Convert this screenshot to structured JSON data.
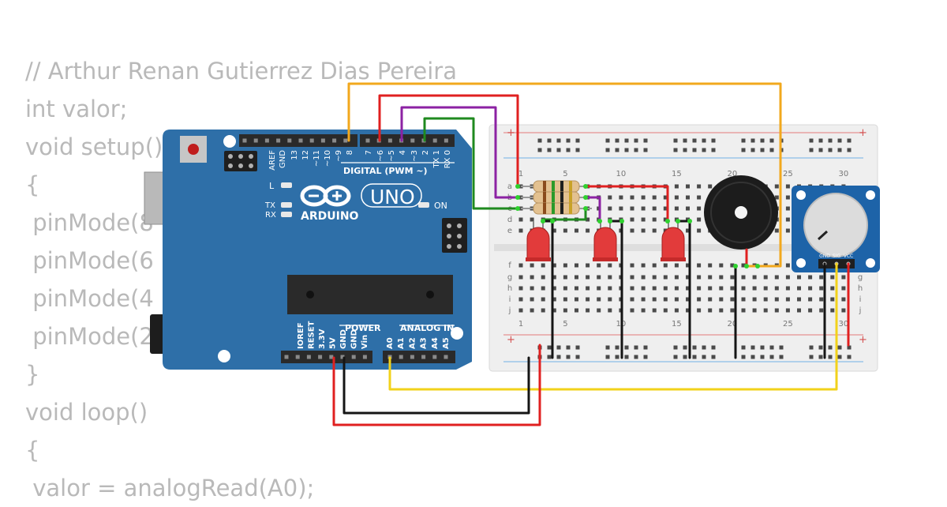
{
  "code_lines": [
    "// Arthur Renan Gutierrez Dias Pereira",
    "int valor;",
    "void setup()",
    "{",
    " pinMode(8",
    " pinMode(6",
    " pinMode(4",
    " pinMode(2",
    "}",
    "void loop()",
    "{",
    " valor = analogRead(A0);"
  ],
  "arduino": {
    "brand": "ARDUINO",
    "model": "UNO",
    "digital_header": "DIGITAL (PWM ~)",
    "power_header": "POWER",
    "analog_header": "ANALOG IN",
    "led_l": "L",
    "led_tx": "TX",
    "led_rx": "RX",
    "led_on": "ON",
    "digital_pins": [
      "AREF",
      "GND",
      "13",
      "12",
      "~11",
      "~10",
      "~9",
      "8",
      "7",
      "~6",
      "~5",
      "4",
      "~3",
      "2",
      "TX 1",
      "RX 0"
    ],
    "power_pins": [
      "IOREF",
      "RESET",
      "3.3V",
      "5V",
      "GND",
      "GND",
      "Vin"
    ],
    "analog_pins": [
      "A0",
      "A1",
      "A2",
      "A3",
      "A4",
      "A5"
    ]
  },
  "breadboard": {
    "col_numbers": [
      "1",
      "5",
      "10",
      "15",
      "20",
      "25",
      "30"
    ],
    "rows_top": [
      "a",
      "b",
      "c",
      "d",
      "e"
    ],
    "rows_bottom": [
      "f",
      "g",
      "h",
      "i",
      "j"
    ],
    "rail_plus": "+",
    "rail_minus": "-"
  },
  "potentiometer": {
    "pin_labels": [
      "GND",
      "SIG",
      "VCC"
    ]
  },
  "wire_colors": {
    "orange": "#f2a81d",
    "red": "#e02020",
    "purple": "#8c22a3",
    "green": "#1f8a1f",
    "black": "#151515",
    "yellow": "#f2d21b"
  }
}
